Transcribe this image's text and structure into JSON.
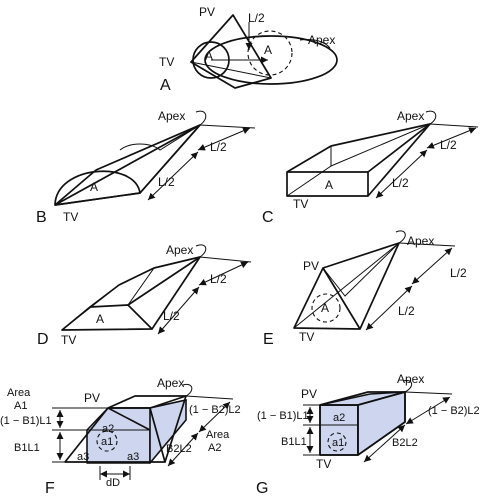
{
  "panel_letters": [
    "A",
    "B",
    "C",
    "D",
    "E",
    "F",
    "G"
  ],
  "labels": {
    "pv": "PV",
    "tv": "TV",
    "apex": "Apex",
    "half_length": "L/2",
    "area_symbol": "A",
    "area_word": "Area",
    "area_1": "A1",
    "area_2": "A2",
    "seg_1_upper": "(1 − B1)L1",
    "seg_1_lower": "B1L1",
    "seg_2_upper": "(1 − B2)L2",
    "seg_2_lower": "B2L2",
    "a1": "a1",
    "a2": "a2",
    "a3": "a3",
    "dD": "dD"
  }
}
